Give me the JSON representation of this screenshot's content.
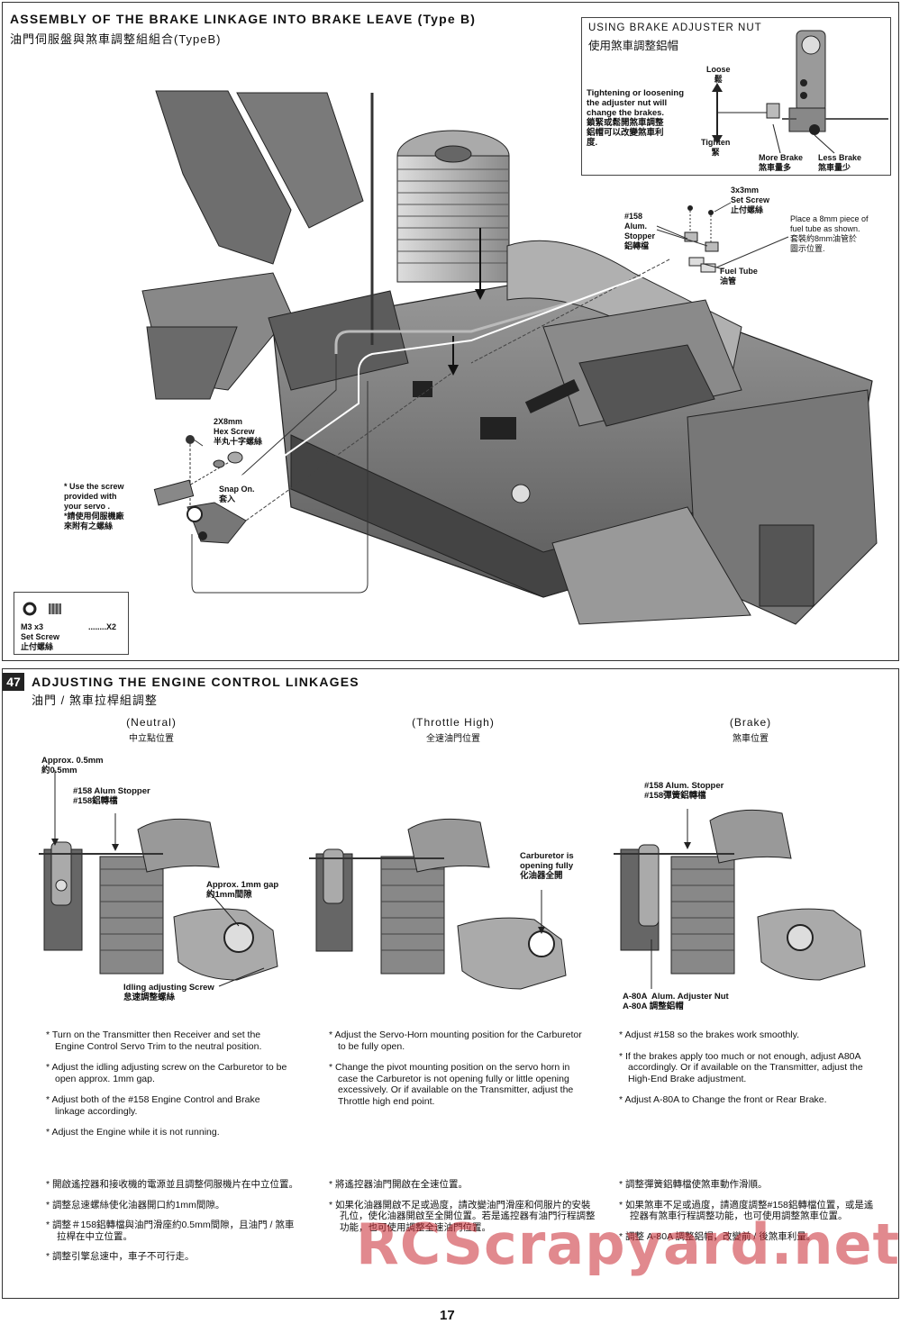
{
  "top": {
    "title": "ASSEMBLY OF THE BRAKE LINKAGE INTO BRAKE LEAVE (Type B)",
    "subtitle": "油門伺服盤與煞車調整組組合(TypeB)",
    "labels": {
      "screw": "2X8mm\nHex Screw\n半丸十字螺絲",
      "note": "* Use the screw\nprovided with\nyour servo .\n*請使用伺服機廠\n來附有之螺絲",
      "snap": "Snap On.\n套入",
      "stopper": "#158\nAlum.\nStopper\n鋁轉檔",
      "setscrew": "3x3mm\nSet Screw\n止付螺絲",
      "fueltube_note": "Place a 8mm piece of\nfuel tube as shown.\n套裝約8mm油管於\n圖示位置.",
      "fueltube": "Fuel Tube\n油管"
    },
    "inset": {
      "title": "USING BRAKE ADJUSTER NUT",
      "subtitle": "使用煞車調整鋁帽",
      "loose": "Loose\n鬆",
      "tighten": "Tighten\n緊",
      "desc": "Tightening or loosening\nthe adjuster nut will\nchange the brakes.\n鎖緊或鬆開煞車調整\n鋁帽可以改變煞車利\n度.",
      "more": "More Brake\n煞車量多",
      "less": "Less Brake\n煞車量少"
    },
    "parts": {
      "name": "M3 x3\nSet Screw\n止付螺絲",
      "qty": "........X2"
    }
  },
  "step47": {
    "number": "47",
    "title": "ADJUSTING THE ENGINE CONTROL LINKAGES",
    "subtitle": "油門 / 煞車拉桿組調整",
    "columns": [
      {
        "heading": "(Neutral)",
        "heading_zh": "中立點位置",
        "callouts": {
          "approx": "Approx. 0.5mm\n約0.5mm",
          "stopper": "#158 Alum Stopper\n#158鋁轉檔",
          "gap": "Approx. 1mm gap\n約1mm間隙",
          "idle": "Idling adjusting Screw\n怠速調整螺絲"
        },
        "bullets": [
          "Turn on the Transmitter then Receiver and set the Engine Control Servo Trim to the neutral position.",
          "Adjust the idling adjusting screw on the Carburetor to be open approx. 1mm gap.",
          "Adjust both of the #158 Engine Control and Brake linkage accordingly.",
          "Adjust the Engine while it is not running."
        ],
        "bullets_zh": [
          "開啟遙控器和接收機的電源並且調整伺服機片在中立位置。",
          "調整怠速螺絲使化油器開口約1mm間隙。",
          "調整＃158鋁轉檔與油門滑座約0.5mm間隙，且油門 / 煞車拉桿在中立位置。",
          "調整引擎怠速中，車子不可行走。"
        ]
      },
      {
        "heading": "(Throttle High)",
        "heading_zh": "全速油門位置",
        "callouts": {
          "carb": "Carburetor is\nopening fully\n化油器全開"
        },
        "bullets": [
          "Adjust the Servo-Horn mounting position for the Carburetor to be fully open.",
          "Change the pivot mounting position on the servo horn in case the Carburetor is not opening fully or little opening excessively. Or if available on the Transmitter, adjust the Throttle high end point."
        ],
        "bullets_zh": [
          "將遙控器油門開啟在全速位置。",
          "如果化油器開啟不足或過度，請改變油門滑座和伺服片的安裝孔位，使化油器開啟至全開位置。若是遙控器有油門行程調整功能，也可使用調整全速油門位置。"
        ]
      },
      {
        "heading": "(Brake)",
        "heading_zh": "煞車位置",
        "callouts": {
          "stopper": "#158 Alum. Stopper\n#158彈簧鋁轉檔",
          "nut": "A-80A  Alum. Adjuster Nut\nA-80A 調整鋁帽"
        },
        "bullets": [
          "Adjust #158 so the brakes work smoothly.",
          "If the brakes apply too much or not enough, adjust A80A accordingly. Or if available on the Transmitter, adjust the High-End Brake adjustment.",
          "Adjust A-80A to Change the front or Rear Brake."
        ],
        "bullets_zh": [
          "調整彈簧鋁轉檔使煞車動作滑順。",
          "如果煞車不足或過度，請適度調整#158鋁轉檔位置，或是遙控器有煞車行程調整功能，也可使用調整煞車位置。",
          "調整 A-80A 調整鋁帽，改變前 / 後煞車利量。"
        ]
      }
    ]
  },
  "page_number": "17",
  "watermark": "RCScrapyard.net"
}
